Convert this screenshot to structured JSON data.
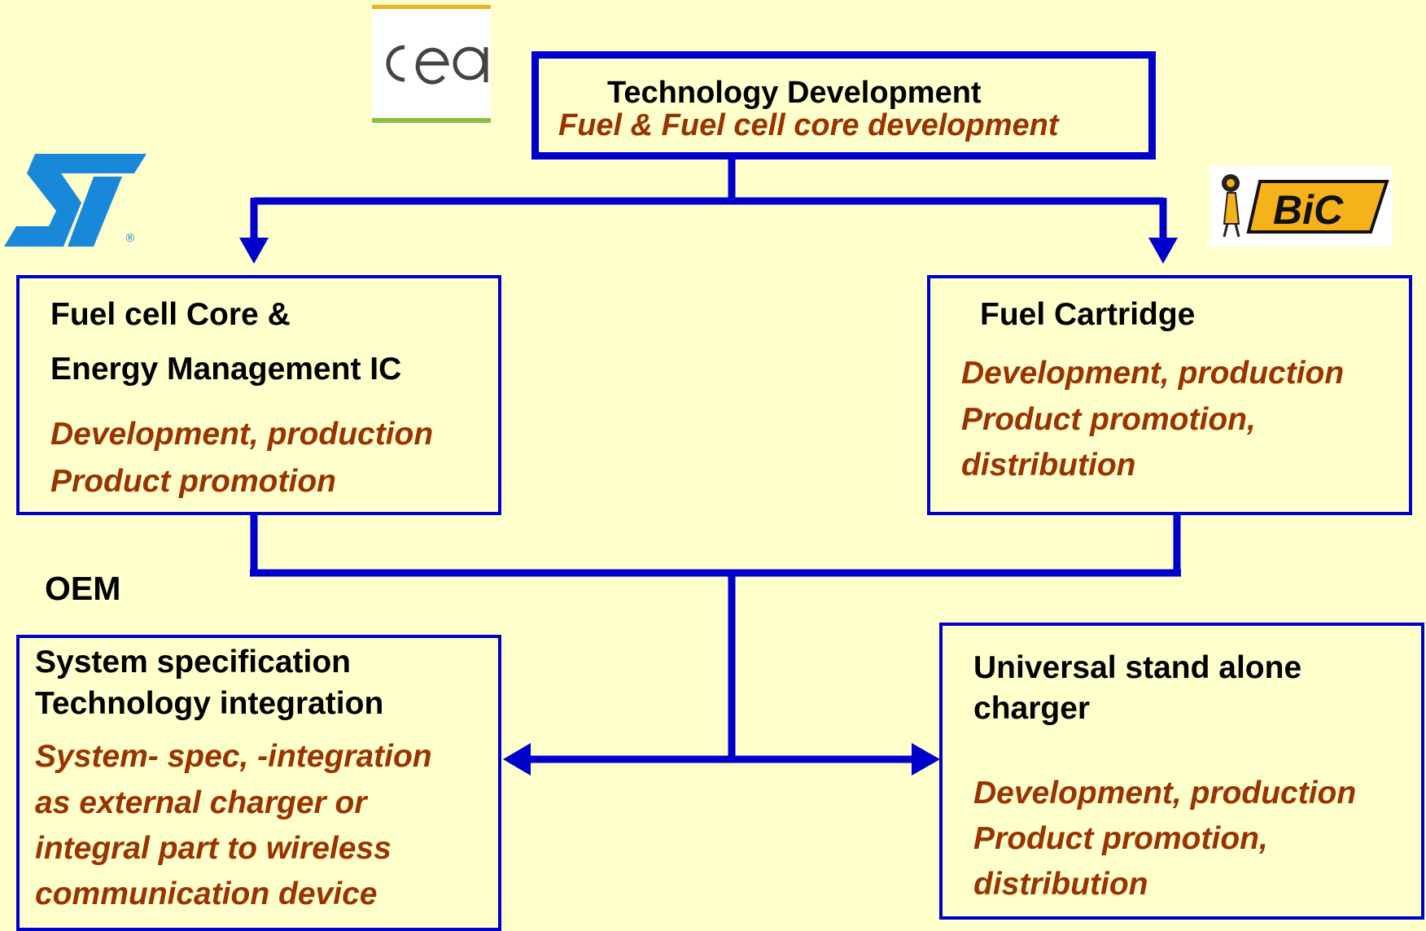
{
  "colors": {
    "background": "#FFFFCC",
    "connector": "#0000CC",
    "heading": "#000000",
    "italic_text": "#993300"
  },
  "top_box": {
    "title": "Technology Development",
    "subtitle": "Fuel & Fuel cell core development"
  },
  "left_box": {
    "line1": "Fuel cell Core  &",
    "line2": "Energy Management IC",
    "role1": "Development, production",
    "role2": "Product promotion"
  },
  "right_box": {
    "title": "Fuel Cartridge",
    "role1": "Development, production",
    "role2": "Product promotion,",
    "role3": "distribution"
  },
  "oem_label": "OEM",
  "bottom_left_box": {
    "line1": "System specification",
    "line2": "Technology integration",
    "role1": "System- spec, -integration",
    "role2": "as external charger or",
    "role3": "integral part  to wireless",
    "role4": "communication device"
  },
  "bottom_right_box": {
    "line1": "Universal stand alone",
    "line2": "charger",
    "role1": "Development, production",
    "role2": "Product promotion,",
    "role3": "distribution"
  },
  "logos": {
    "cea": "cea",
    "st": "ST",
    "bic": "BiC"
  }
}
